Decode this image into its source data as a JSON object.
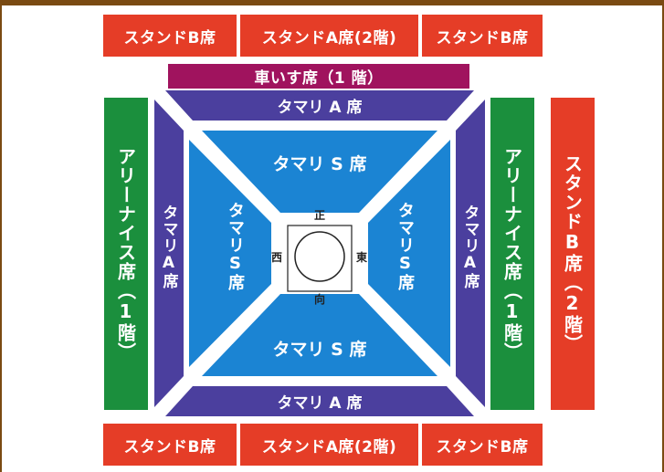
{
  "stand_top": {
    "left": "スタンドB席",
    "center": "スタンドA席(2階)",
    "right": "スタンドB席"
  },
  "stand_bottom": {
    "left": "スタンドB席",
    "center": "スタンドA席(2階)",
    "right": "スタンドB席"
  },
  "wheelchair": "車いす席（1 階）",
  "arena_left": "アリーナイス席（1階）",
  "arena_right": "アリーナイス席（1階）",
  "stand_right": "スタンドB席（2階）",
  "tamari_a": {
    "top": "タマリ A 席",
    "bottom": "タマリ A 席",
    "left": "タマリA席",
    "right": "タマリA席"
  },
  "tamari_s": {
    "top": "タマリ S 席",
    "bottom": "タマリ S 席",
    "left": "タマリS席",
    "right": "タマリS席"
  },
  "ring": {
    "north": "正",
    "south": "向",
    "west": "西",
    "east": "東"
  },
  "colors": {
    "frame": "#7a4a12",
    "stand": "#e53d27",
    "arena": "#1b8f3d",
    "wheelchair": "#a0135e",
    "tamari_a": "#4b3f9e",
    "tamari_s": "#1b84d3"
  }
}
